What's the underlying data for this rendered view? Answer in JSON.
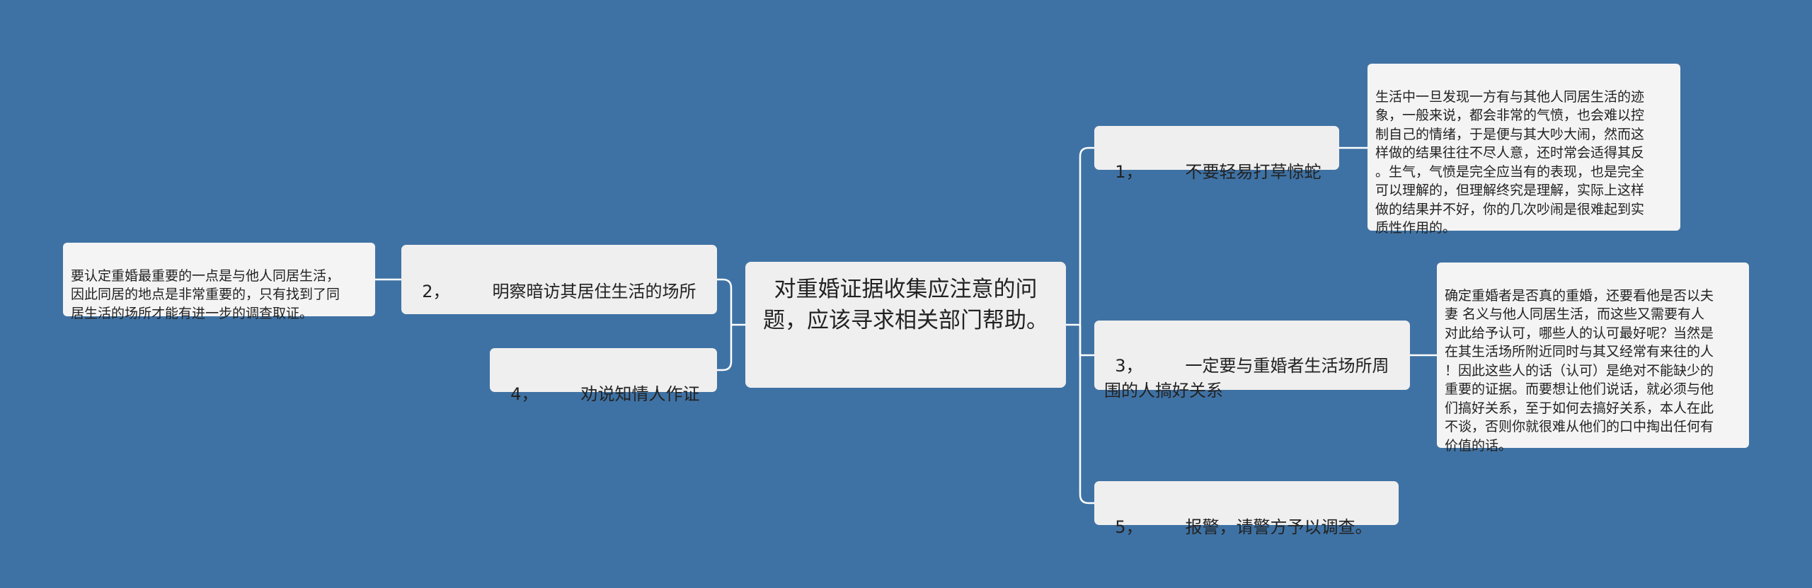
{
  "root": {
    "title": "对重婚证据收集应注意的问题，应该寻求相关部门帮助。"
  },
  "branches": [
    {
      "id": "b1",
      "label": "1，　　　不要轻易打草惊蛇"
    },
    {
      "id": "b2",
      "label": "2，　　　明察暗访其居住生活的场所"
    },
    {
      "id": "b3",
      "label": "3，　　　一定要与重婚者生活场所周围的人搞好关系"
    },
    {
      "id": "b4",
      "label": "4，　　　劝说知情人作证"
    },
    {
      "id": "b5",
      "label": "5，　　　报警，请警方予以调查。"
    }
  ],
  "leaves": {
    "l1": "生活中一旦发现一方有与其他人同居生活的迹\n象，一般来说，都会非常的气愤，也会难以控\n制自己的情绪，于是便与其大吵大闹，然而这\n样做的结果往往不尽人意，还时常会适得其反\n。生气，气愤是完全应当有的表现，也是完全\n可以理解的，但理解终究是理解，实际上这样\n做的结果并不好，你的几次吵闹是很难起到实\n质性作用的。",
    "l2": "要认定重婚最重要的一点是与他人同居生活，\n因此同居的地点是非常重要的，只有找到了同\n居生活的场所才能有进一步的调查取证。",
    "l3": "确定重婚者是否真的重婚，还要看他是否以夫\n妻 名义与他人同居生活，而这些又需要有人\n对此给予认可，哪些人的认可最好呢？当然是\n在其生活场所附近同时与其又经常有来往的人\n！因此这些人的话（认可）是绝对不能缺少的\n重要的证据。而要想让他们说话，就必须与他\n们搞好关系，至于如何去搞好关系，本人在此\n不谈，否则你就很难从他们的口中掏出任何有\n价值的话。"
  },
  "colors": {
    "background": "#3f72a4",
    "node": "#efefef",
    "connector": "#ffffff"
  }
}
